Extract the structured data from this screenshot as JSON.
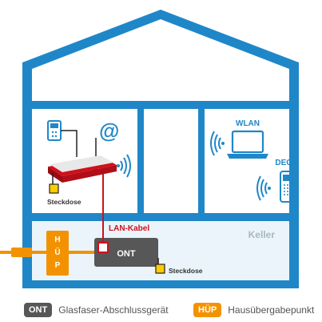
{
  "colors": {
    "house_blue": "#1f87c8",
    "room_blue": "#eaf4fa",
    "cable_red": "#d0101b",
    "ont_dark": "#575757",
    "hup_orange": "#f39200",
    "fiber_orange": "#f39200",
    "socket_yellow": "#ffcc00"
  },
  "devices": {
    "router": "router-icon",
    "phone": "phone-icon",
    "email": "at-sign-icon",
    "laptop": "laptop-icon",
    "dect_phone": "cordless-phone-icon"
  },
  "labels": {
    "wlan": "WLAN",
    "dect": "DECT",
    "socket_top": "Steckdose",
    "socket_bottom": "Steckdose",
    "lan_cable": "LAN-Kabel",
    "cellar": "Keller",
    "ont": "ONT",
    "hup_vertical": [
      "H",
      "Ü",
      "P"
    ]
  },
  "legend": [
    {
      "badge": "ONT",
      "text": "Glasfaser-Abschlussgerät"
    },
    {
      "badge": "HÜP",
      "text": "Hausübergabepunkt"
    }
  ]
}
